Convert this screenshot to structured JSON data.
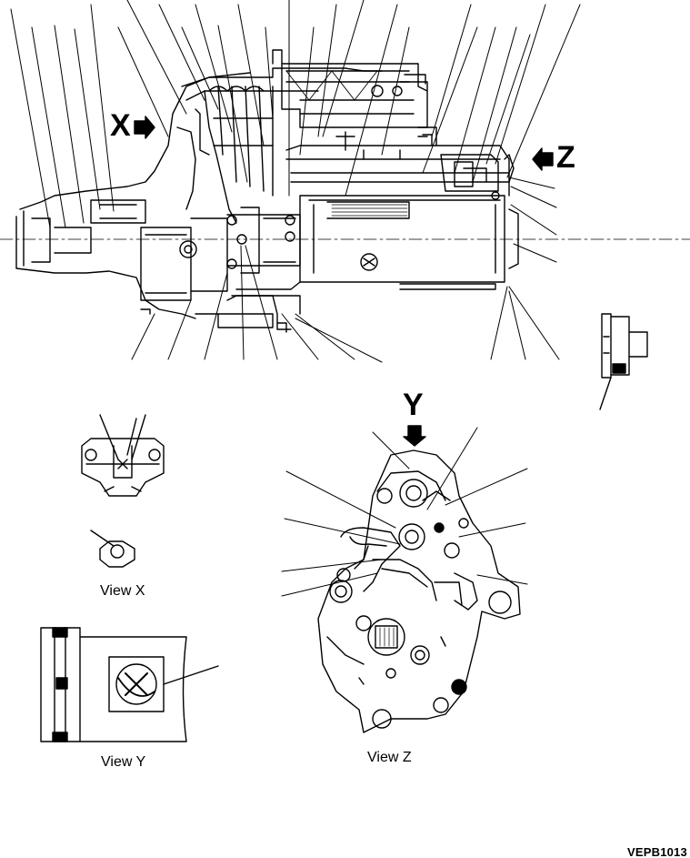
{
  "labels": {
    "x_arrow": "X",
    "z_arrow": "Z",
    "y_arrow": "Y",
    "view_x": "View X",
    "view_y": "View Y",
    "view_z": "View Z",
    "drawing_code": "VEPB1013"
  }
}
